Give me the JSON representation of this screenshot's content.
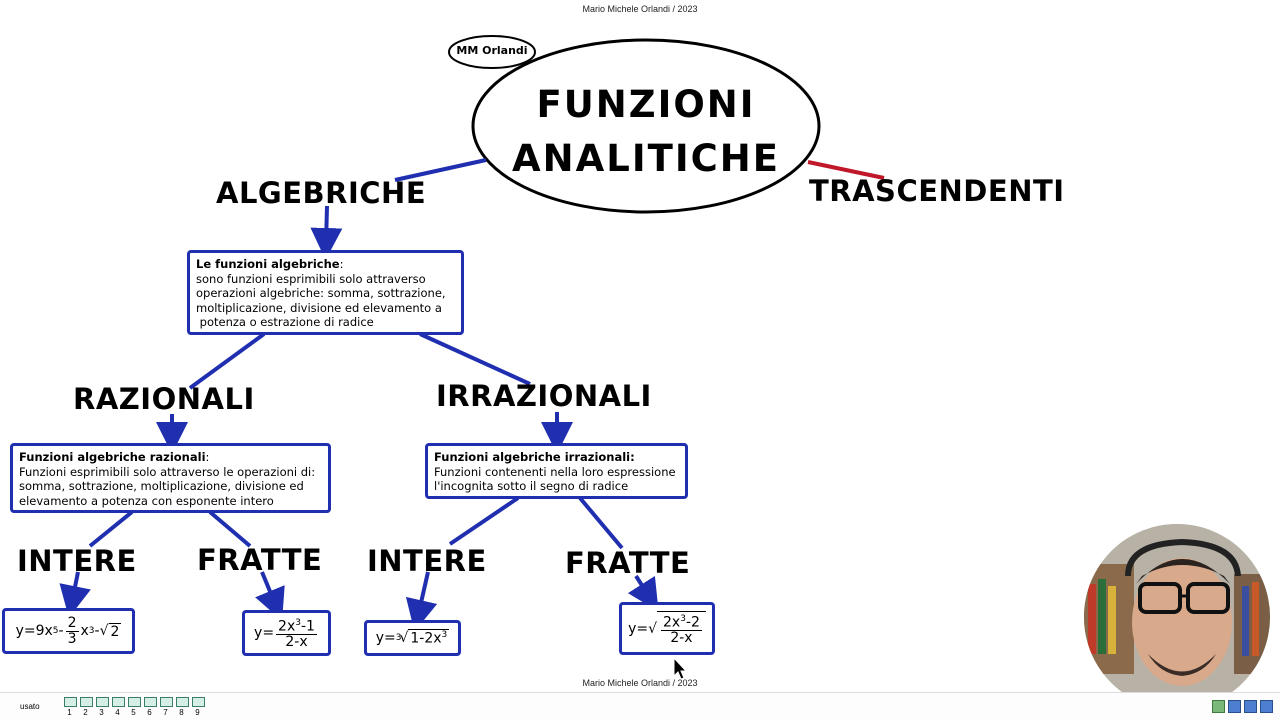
{
  "credits": {
    "top": "Mario Michele Orlandi / 2023",
    "bottom": "Mario Michele Orlandi / 2023"
  },
  "tag": "MM Orlandi",
  "title": {
    "line1": "FUNZIONI",
    "line2": "ANALITICHE"
  },
  "headings": {
    "algebriche": "ALGEBRICHE",
    "trascendenti": "TRASCENDENTI",
    "razionali": "RAZIONALI",
    "irrazionali": "IRRAZIONALI",
    "intere_left": "INTERE",
    "fratte_left": "FRATTE",
    "intere_right": "INTERE",
    "fratte_right": "FRATTE"
  },
  "boxes": {
    "algebriche": {
      "title": "Le funzioni algebriche",
      "lines": [
        "sono funzioni esprimibili solo attraverso",
        "operazioni algebriche: somma, sottrazione,",
        "moltiplicazione, divisione ed elevamento a",
        " potenza o estrazione di radice"
      ]
    },
    "razionali": {
      "title": "Funzioni algebriche razionali",
      "lines": [
        "Funzioni esprimibili solo attraverso le operazioni di:",
        "somma, sottrazione, moltiplicazione, divisione ed",
        "elevamento a potenza con esponente intero"
      ]
    },
    "irrazionali": {
      "title": "Funzioni algebriche irrazionali:",
      "lines": [
        "Funzioni contenenti nella loro espressione",
        "l'incognita sotto il segno di radice"
      ]
    }
  },
  "formulas": {
    "f1": {
      "y": "y=",
      "a": "9x",
      "a_exp": "5",
      "minus1": "-",
      "num": "2",
      "den": "3",
      "b": "x",
      "b_exp": "3",
      "minus2": "-",
      "rad": "2"
    },
    "f2": {
      "y": "y=",
      "num_base": "2x",
      "num_exp": "3",
      "num_rest": "-1",
      "den": "2-x"
    },
    "f3": {
      "y": "y=",
      "index": "3",
      "rad_base": "1-2x",
      "rad_exp": "3"
    },
    "f4": {
      "y": "y=",
      "num_base": "2x",
      "num_exp": "3",
      "num_rest": "-2",
      "den": "2-x"
    }
  },
  "statusbar": {
    "label": "usato",
    "slides": [
      "1",
      "2",
      "3",
      "4",
      "5",
      "6",
      "7",
      "8",
      "9"
    ]
  },
  "colors": {
    "connector": "#1f2fb0",
    "trascendenti_connector": "#c0182a"
  }
}
